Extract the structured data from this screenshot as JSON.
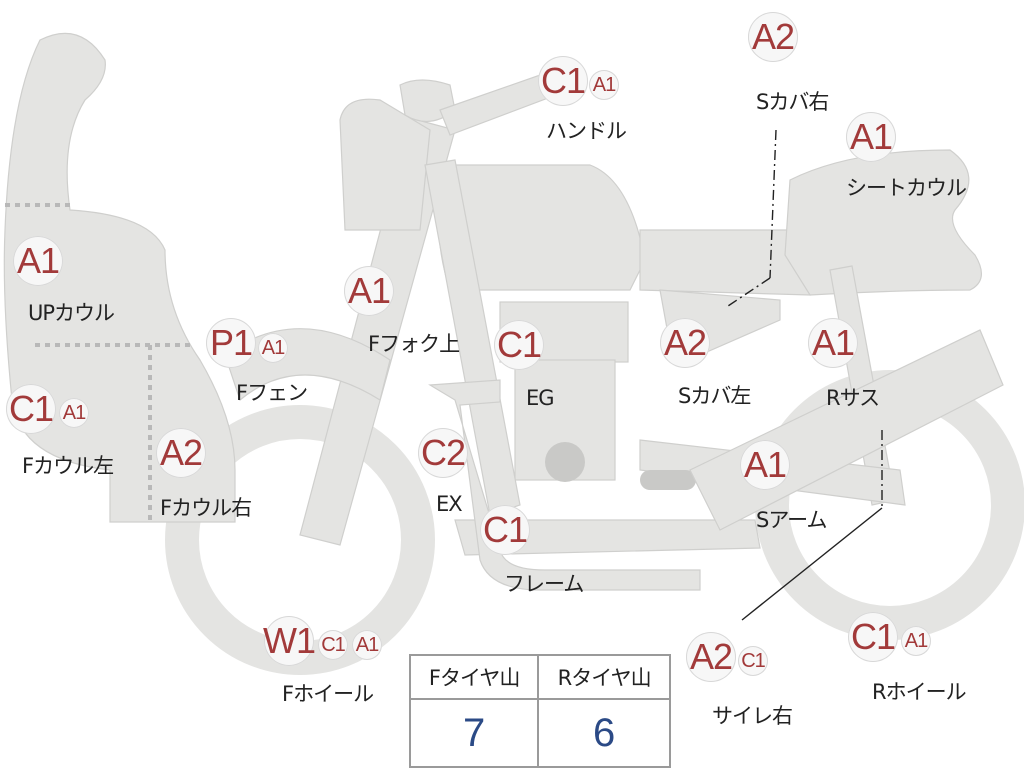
{
  "parts": [
    {
      "id": "handle",
      "name": "ハンドル",
      "codes": [
        "C1",
        "A1"
      ]
    },
    {
      "id": "s-cover-right",
      "name": "Sカバ右",
      "codes": [
        "A2"
      ]
    },
    {
      "id": "seat-cowl",
      "name": "シートカウル",
      "codes": [
        "A1"
      ]
    },
    {
      "id": "up-cowl",
      "name": "UPカウル",
      "codes": [
        "A1"
      ]
    },
    {
      "id": "f-fork-upper",
      "name": "Fフォク上",
      "codes": [
        "A1"
      ]
    },
    {
      "id": "f-fender",
      "name": "Fフェン",
      "codes": [
        "P1",
        "A1"
      ]
    },
    {
      "id": "engine",
      "name": "EG",
      "codes": [
        "C1"
      ]
    },
    {
      "id": "s-cover-left",
      "name": "Sカバ左",
      "codes": [
        "A2"
      ]
    },
    {
      "id": "r-suspension",
      "name": "Rサス",
      "codes": [
        "A1"
      ]
    },
    {
      "id": "f-cowl-left",
      "name": "Fカウル左",
      "codes": [
        "C1",
        "A1"
      ]
    },
    {
      "id": "f-cowl-right",
      "name": "Fカウル右",
      "codes": [
        "A2"
      ]
    },
    {
      "id": "exhaust",
      "name": "EX",
      "codes": [
        "C2"
      ]
    },
    {
      "id": "s-arm",
      "name": "Sアーム",
      "codes": [
        "A1"
      ]
    },
    {
      "id": "frame",
      "name": "フレーム",
      "codes": [
        "C1"
      ]
    },
    {
      "id": "f-wheel",
      "name": "Fホイール",
      "codes": [
        "W1",
        "C1",
        "A1"
      ]
    },
    {
      "id": "silencer-right",
      "name": "サイレ右",
      "codes": [
        "A2",
        "C1"
      ]
    },
    {
      "id": "r-wheel",
      "name": "Rホイール",
      "codes": [
        "C1",
        "A1"
      ]
    }
  ],
  "tire_tread": {
    "headers": [
      "Fタイヤ山",
      "Rタイヤ山"
    ],
    "values": [
      "7",
      "6"
    ]
  },
  "colors": {
    "code_text": "#a23a3a",
    "tread_value": "#2b4a86",
    "part_fill": "#e4e4e2"
  }
}
